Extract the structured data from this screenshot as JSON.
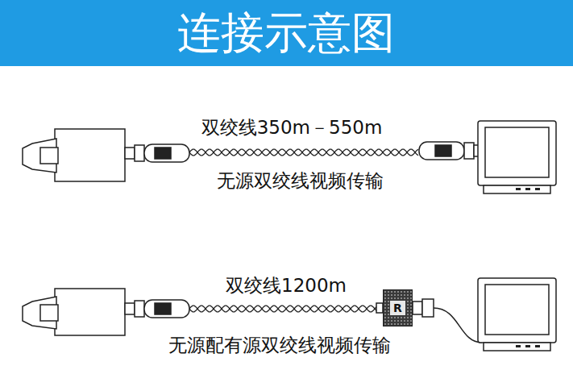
{
  "diagram": {
    "title": "连接示意图",
    "nodes": [
      {
        "text": [
          "R"
        ]
      }
    ],
    "labels": [
      "双绞线350m－550m",
      "无源双绞线视频传输",
      "双绞线1200m",
      "无源配有源双绞线视频传输"
    ]
  }
}
